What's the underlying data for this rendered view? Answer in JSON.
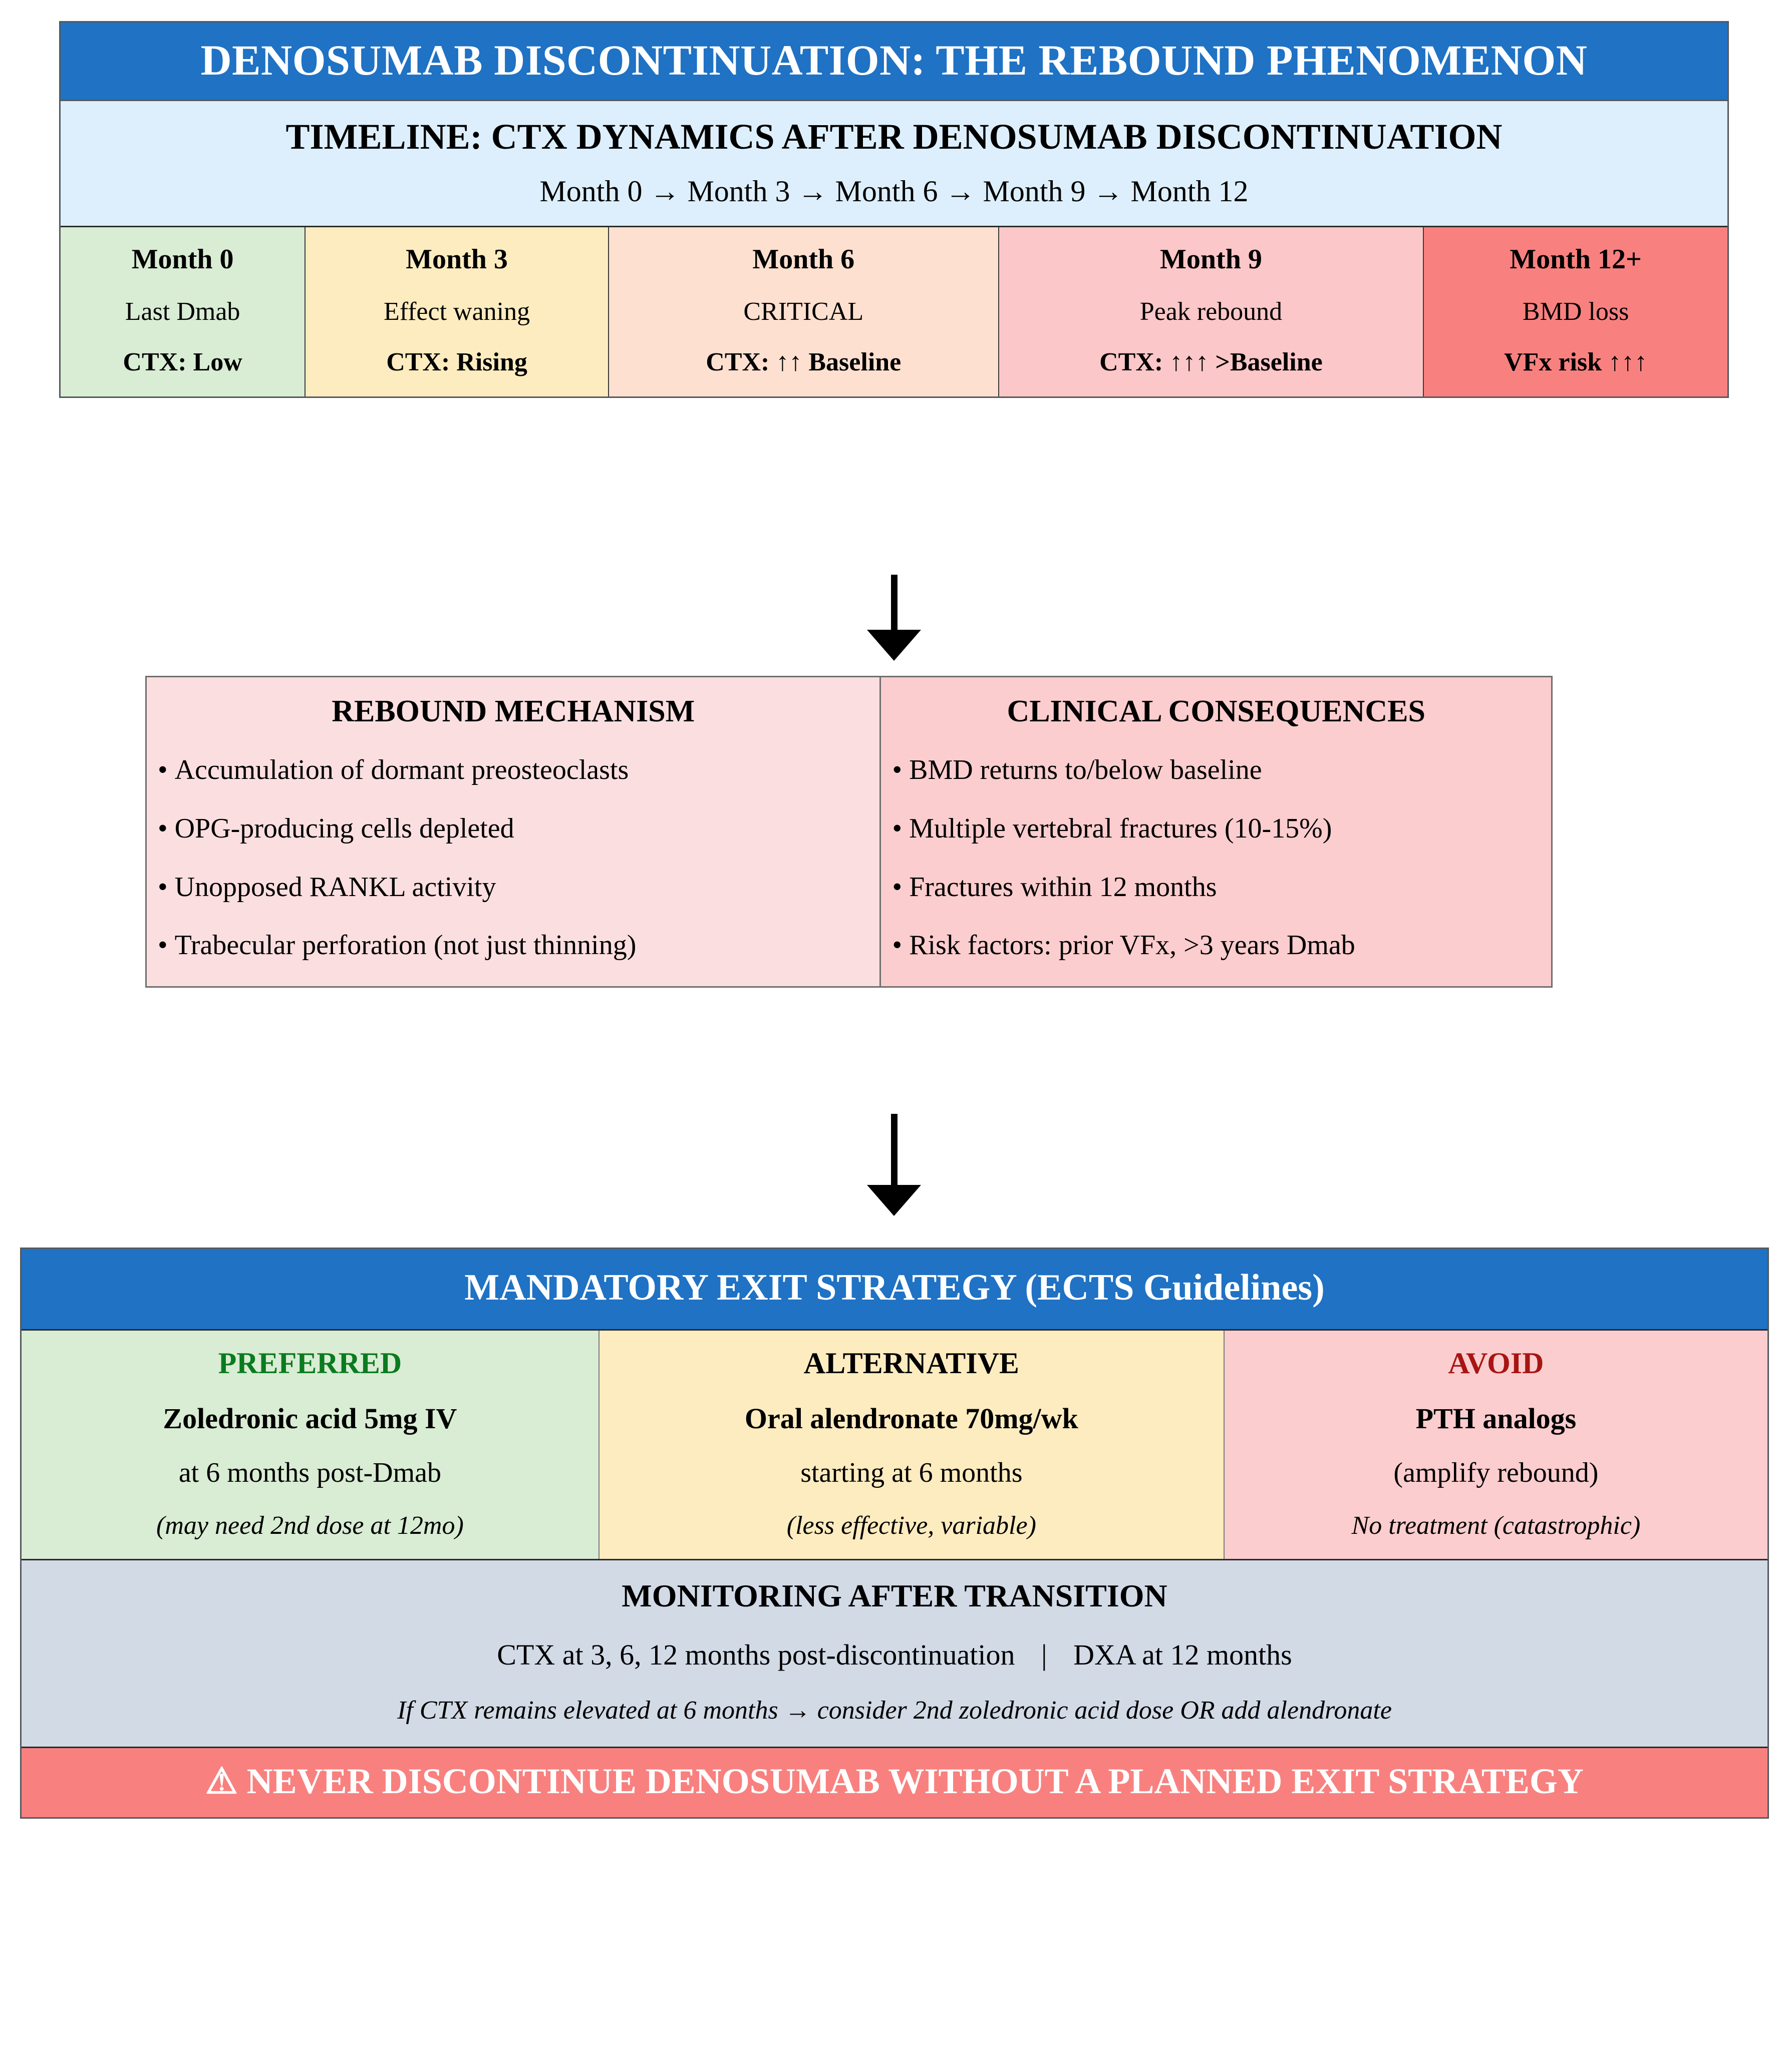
{
  "main_title": "DENOSUMAB DISCONTINUATION: THE REBOUND PHENOMENON",
  "timeline": {
    "heading": "TIMELINE: CTX DYNAMICS AFTER DENOSUMAB DISCONTINUATION",
    "flow": "Month 0 → Month 3 → Month 6 → Month 9 → Month 12",
    "cells": [
      {
        "title": "Month 0",
        "status": "Last Dmab",
        "ctx": "CTX: Low",
        "color": "#d9ecd4"
      },
      {
        "title": "Month 3",
        "status": "Effect waning",
        "ctx": "CTX: Rising",
        "color": "#fdecc0"
      },
      {
        "title": "Month 6",
        "status": "CRITICAL",
        "ctx": "CTX: ↑↑ Baseline",
        "color": "#fde0d0"
      },
      {
        "title": "Month 9",
        "status": "Peak rebound",
        "ctx": "CTX: ↑↑↑ >Baseline",
        "color": "#fbc7c8"
      },
      {
        "title": "Month 12+",
        "status": "BMD loss",
        "ctx": "VFx risk ↑↑↑",
        "color": "#f8817f"
      }
    ]
  },
  "mechanism": {
    "title": "REBOUND MECHANISM",
    "items": [
      "Accumulation of dormant preosteoclasts",
      "OPG-producing cells depleted",
      "Unopposed RANKL activity",
      "Trabecular perforation (not just thinning)"
    ]
  },
  "consequences": {
    "title": "CLINICAL CONSEQUENCES",
    "items": [
      "BMD returns to/below baseline",
      "Multiple vertebral fractures (10-15%)",
      "Fractures within 12 months",
      "Risk factors: prior VFx, >3 years Dmab"
    ]
  },
  "exit_strategy": {
    "title": "MANDATORY EXIT STRATEGY (ECTS Guidelines)",
    "options": [
      {
        "heading": "PREFERRED",
        "heading_color": "#0a7b1f",
        "drug": "Zoledronic acid 5mg IV",
        "when": "at 6 months post-Dmab",
        "note": "(may need 2nd dose at 12mo)",
        "color": "#d9ecd4"
      },
      {
        "heading": "ALTERNATIVE",
        "heading_color": "#000000",
        "drug": "Oral alendronate 70mg/wk",
        "when": "starting at 6 months",
        "note": "(less effective, variable)",
        "color": "#fdecc0"
      },
      {
        "heading": "AVOID",
        "heading_color": "#a81414",
        "drug": "PTH analogs",
        "when": "(amplify rebound)",
        "note": "No treatment (catastrophic)",
        "color": "#fbcdce"
      }
    ]
  },
  "monitoring": {
    "title": "MONITORING AFTER TRANSITION",
    "left": "CTX at 3, 6, 12 months post-discontinuation",
    "separator": "|",
    "right": "DXA at 12 months",
    "note": "If CTX remains elevated at 6 months → consider 2nd zoledronic acid dose OR add alendronate"
  },
  "warning": "⚠ NEVER DISCONTINUE DENOSUMAB WITHOUT A PLANNED EXIT STRATEGY",
  "colors": {
    "header_blue": "#1f72c4",
    "timeline_band": "#ddeffc",
    "monitor_gray": "#d2dae6",
    "warn_red": "#f8817f",
    "mech_pink": "#fbdfe0",
    "cons_pink": "#fbcdce"
  }
}
